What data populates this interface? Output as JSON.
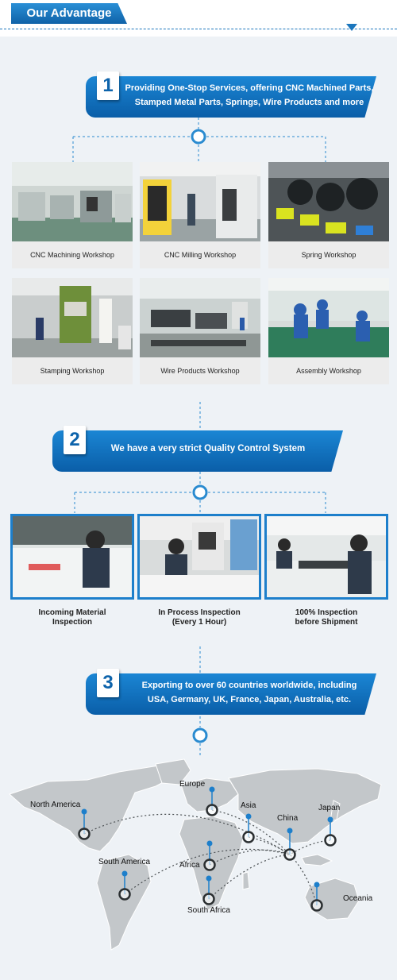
{
  "header": {
    "title": "Our Advantage"
  },
  "steps": [
    {
      "number": "1",
      "lines": [
        "Providing One-Stop Services, offering CNC Machined Parts,",
        "Stamped Metal Parts, Springs, Wire Products and more"
      ]
    },
    {
      "number": "2",
      "lines": [
        "We have a very strict Quality Control System"
      ]
    },
    {
      "number": "3",
      "lines": [
        "Exporting to over 60 countries worldwide, including",
        "USA, Germany, UK, France, Japan, Australia, etc."
      ]
    }
  ],
  "workshops": [
    "CNC Machining Workshop",
    "CNC Milling Workshop",
    "Spring Workshop",
    "Stamping Workshop",
    "Wire Products Workshop",
    "Assembly Workshop"
  ],
  "qc": [
    {
      "line1": "Incoming Material",
      "line2": "Inspection"
    },
    {
      "line1": "In Process Inspection",
      "line2": "(Every 1 Hour)"
    },
    {
      "line1": "100% Inspection",
      "line2": "before Shipment"
    }
  ],
  "regions": {
    "europe": "Europe",
    "north_america": "North America",
    "asia": "Asia",
    "china": "China",
    "japan": "Japan",
    "south_america": "South America",
    "africa": "Africa",
    "south_africa": "South Africa",
    "oceania": "Oceania"
  },
  "colors": {
    "brand_blue": "#0f62a8",
    "accent_blue": "#1d7fcb",
    "caption_gray": "#ececec"
  }
}
